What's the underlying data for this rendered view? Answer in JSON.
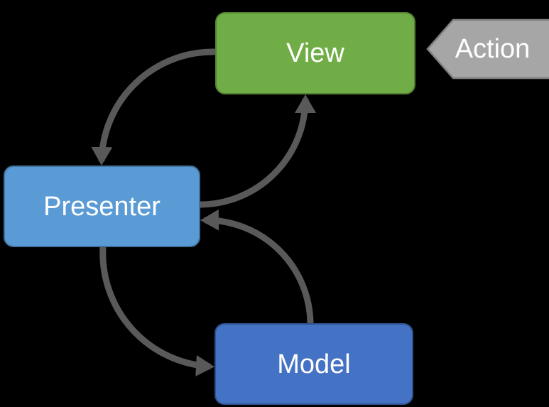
{
  "diagram": {
    "type": "flow-diagram",
    "background_color": "#000000",
    "connector_color": "#595959",
    "nodes": {
      "view": {
        "label": "View",
        "shape": "rounded-rectangle",
        "fill": "#70ad47",
        "border": "#548235",
        "text_color": "#ffffff"
      },
      "presenter": {
        "label": "Presenter",
        "shape": "rounded-rectangle",
        "fill": "#5b9bd5",
        "border": "#41719c",
        "text_color": "#ffffff"
      },
      "model": {
        "label": "Model",
        "shape": "rounded-rectangle",
        "fill": "#4472c4",
        "border": "#2f528f",
        "text_color": "#ffffff"
      },
      "action": {
        "label": "Action",
        "shape": "left-pointing-arrow",
        "fill": "#a6a6a6",
        "border": "#7f7f7f",
        "text_color": "#ffffff"
      }
    },
    "connectors": [
      {
        "from": "View",
        "to": "Presenter",
        "style": "curved-arrow"
      },
      {
        "from": "Presenter",
        "to": "View",
        "style": "curved-arrow"
      },
      {
        "from": "Presenter",
        "to": "Model",
        "style": "curved-arrow"
      },
      {
        "from": "Model",
        "to": "Presenter",
        "style": "curved-arrow"
      }
    ]
  }
}
